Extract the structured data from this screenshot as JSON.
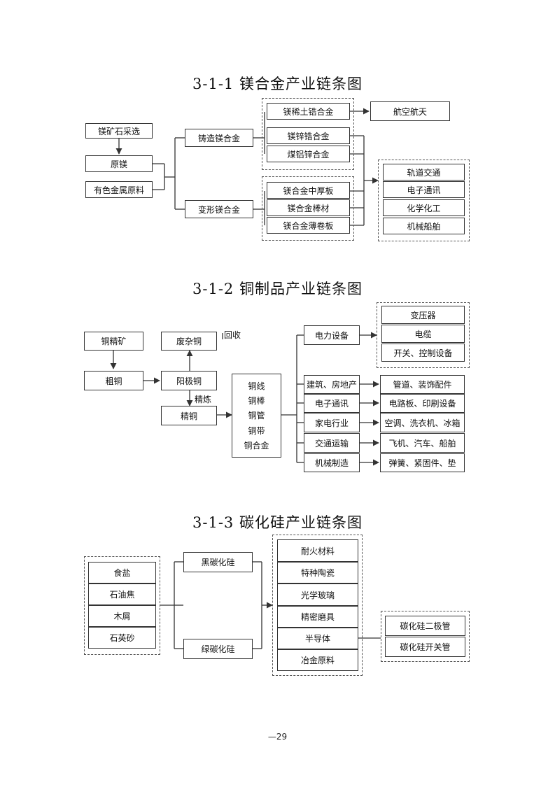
{
  "diagram1": {
    "title": "3-1-1  镁合金产业链条图",
    "ore": "镁矿石采选",
    "raw_mg": "原镁",
    "nonferrous": "有色金属原料",
    "cast": "铸造镁合金",
    "wrought": "变形镁合金",
    "cast_products": [
      "镁稀土锆合金",
      "镁锌锆合金",
      "煤铝锌合金"
    ],
    "wrought_products": [
      "镁合金中厚板",
      "镁合金棒材",
      "镁合金薄卷板"
    ],
    "aerospace": "航空航天",
    "applications": [
      "轨道交通",
      "电子通讯",
      "化学化工",
      "机械船舶"
    ]
  },
  "diagram2": {
    "title": "3-1-2  铜制品产业链条图",
    "concentrate": "铜精矿",
    "blister": "粗铜",
    "scrap": "废杂铜",
    "recycle": "回收",
    "anode": "阳极铜",
    "refining": "精炼",
    "refined": "精铜",
    "products": [
      "铜线",
      "铜棒",
      "铜管",
      "铜带",
      "铜合金"
    ],
    "power": "电力设备",
    "power_items": [
      "变压器",
      "电缆",
      "开关、控制设备"
    ],
    "industries": [
      "建筑、房地产",
      "电子通讯",
      "家电行业",
      "交通运输",
      "机械制造"
    ],
    "industry_apps": [
      "管道、装饰配件",
      "电路板、印刷设备",
      "空调、洗衣机、冰箱",
      "飞机、汽车、船舶",
      "弹簧、紧固件、垫"
    ]
  },
  "diagram3": {
    "title": "3-1-3  碳化硅产业链条图",
    "inputs": [
      "食盐",
      "石油焦",
      "木屑",
      "石英砂"
    ],
    "black_sic": "黑碳化硅",
    "green_sic": "绿碳化硅",
    "applications": [
      "耐火材料",
      "特种陶瓷",
      "光学玻璃",
      "精密磨具",
      "半导体",
      "冶金原料"
    ],
    "semiconductor_products": [
      "碳化硅二极管",
      "碳化硅开关管"
    ]
  },
  "page_number": "—29",
  "colors": {
    "line": "#333333",
    "dashed": "#555555",
    "background": "#ffffff"
  }
}
